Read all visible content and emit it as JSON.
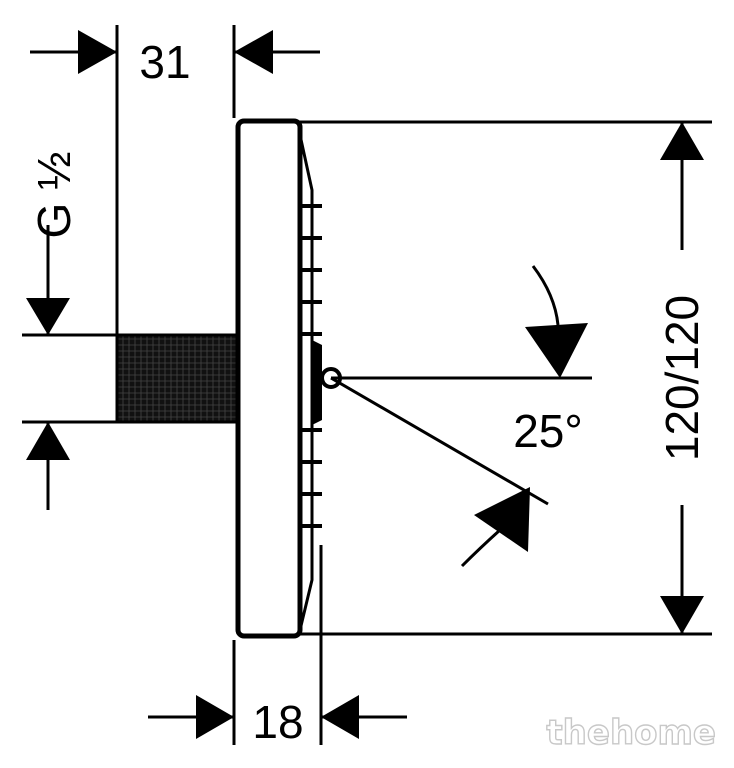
{
  "dimensions": {
    "thread": "G ½",
    "body_depth": "31",
    "plate_thickness": "18",
    "head_size": "120/120",
    "tilt_angle": "25°"
  },
  "watermark": "thehome"
}
